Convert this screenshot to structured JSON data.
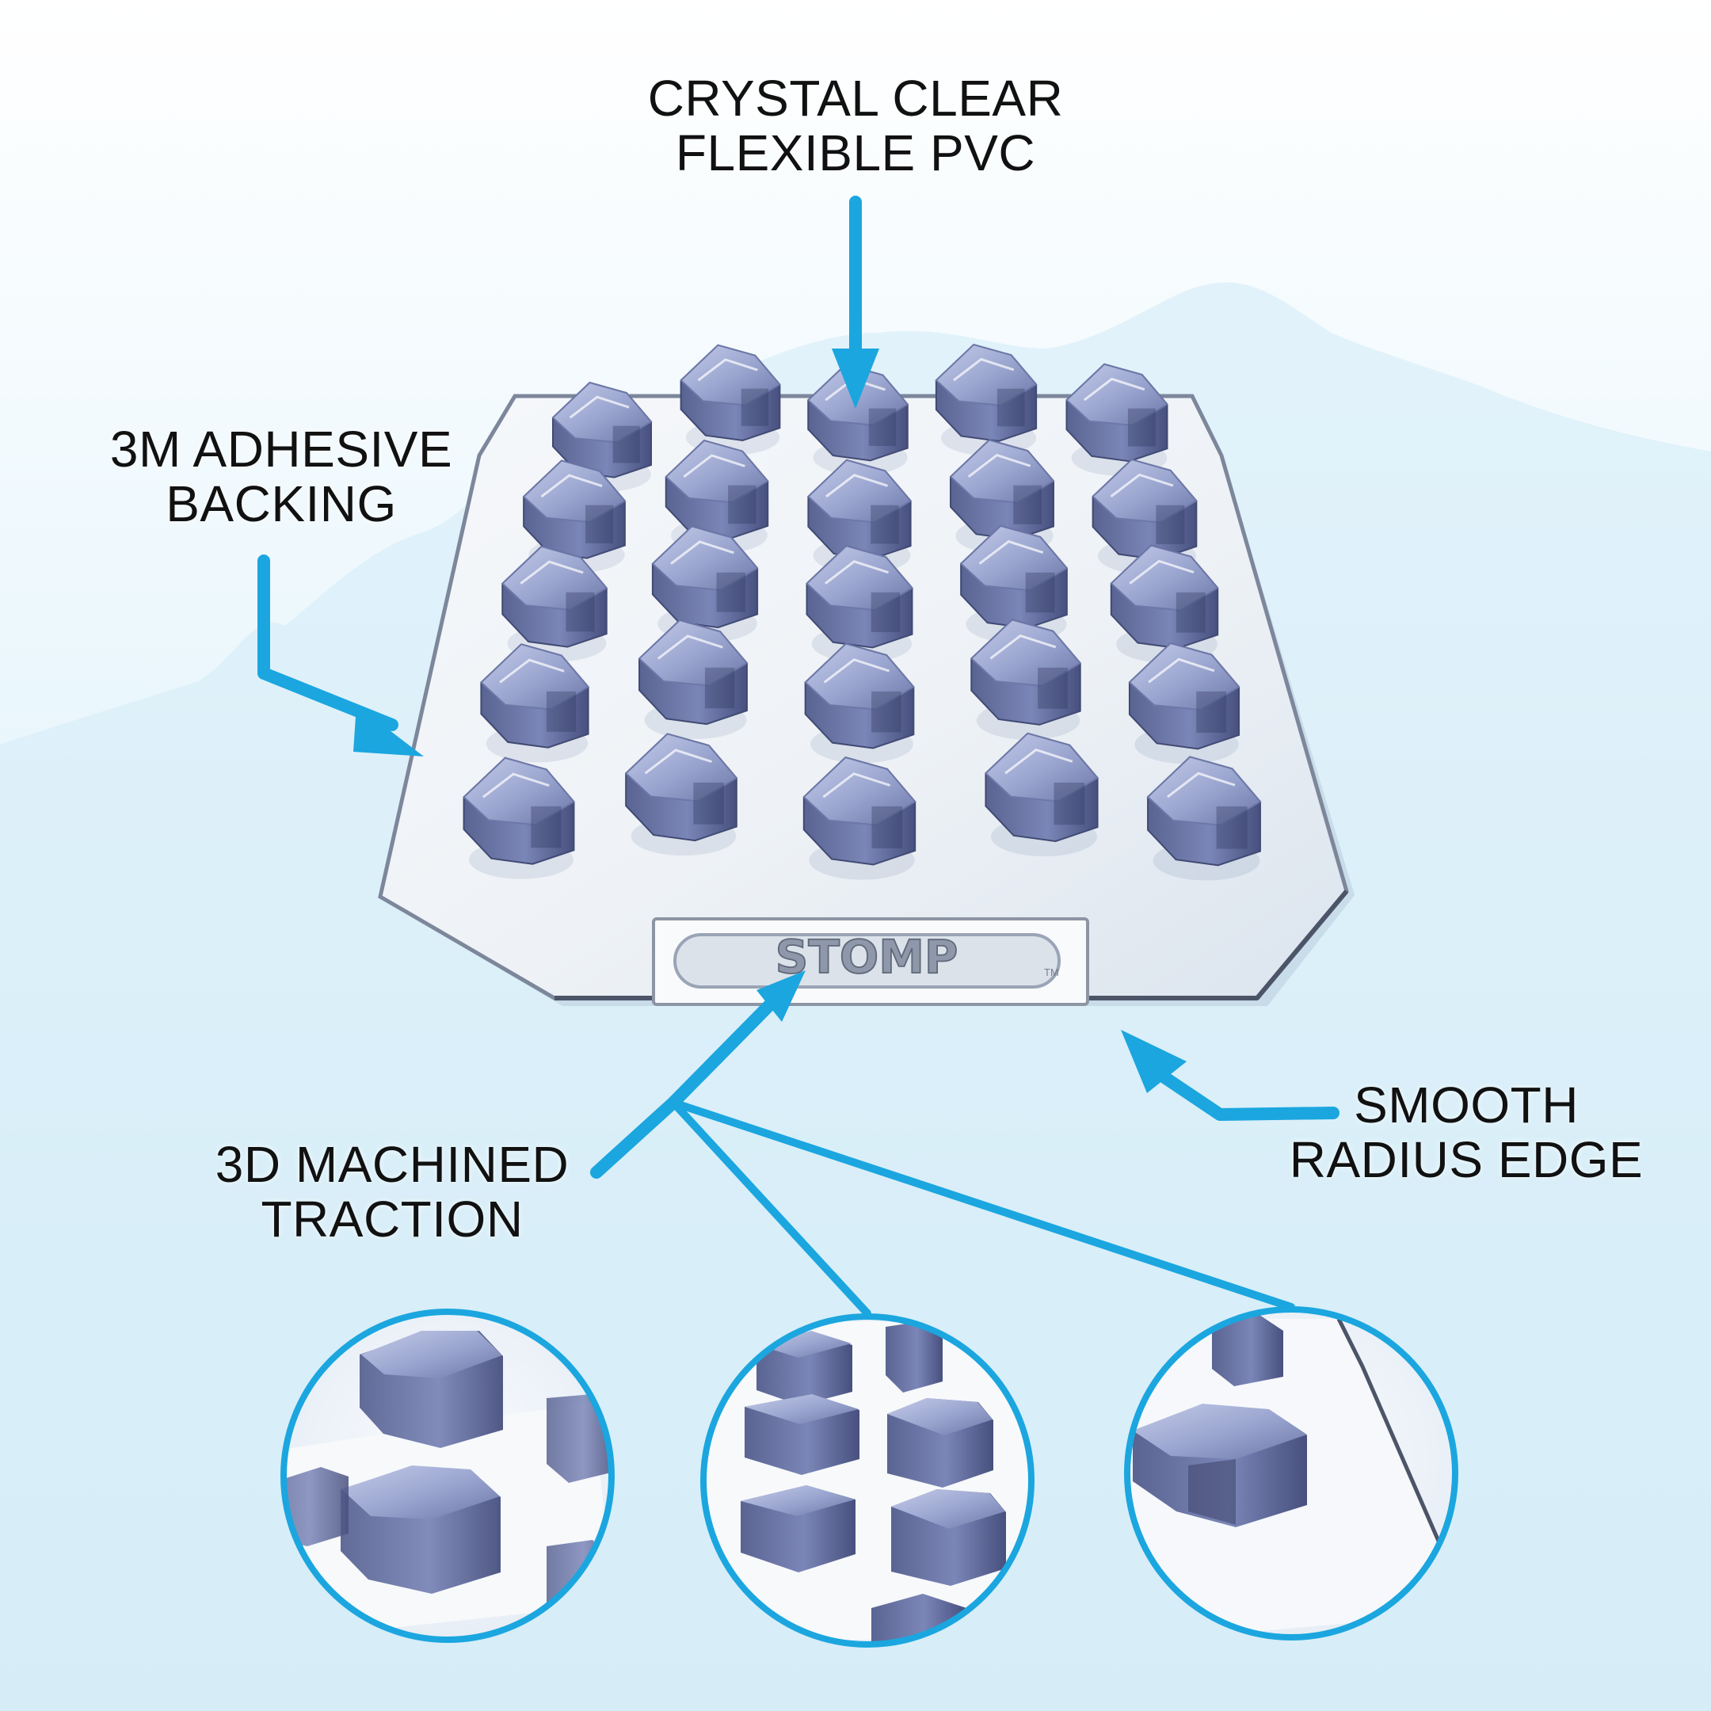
{
  "labels": {
    "pvc": [
      "CRYSTAL CLEAR",
      "FLEXIBLE PVC"
    ],
    "backing": [
      "3M ADHESIVE",
      "BACKING"
    ],
    "traction": [
      "3D MACHINED",
      "TRACTION"
    ],
    "edge": [
      "SMOOTH",
      "RADIUS EDGE"
    ]
  },
  "logo": {
    "text": "STOMP",
    "trademark": "TM"
  },
  "colors": {
    "accent": "#1ba6df",
    "lug": "#7d88b6",
    "lug_dark": "#4f5785",
    "text": "#111111",
    "pad": "#eef2f6"
  }
}
